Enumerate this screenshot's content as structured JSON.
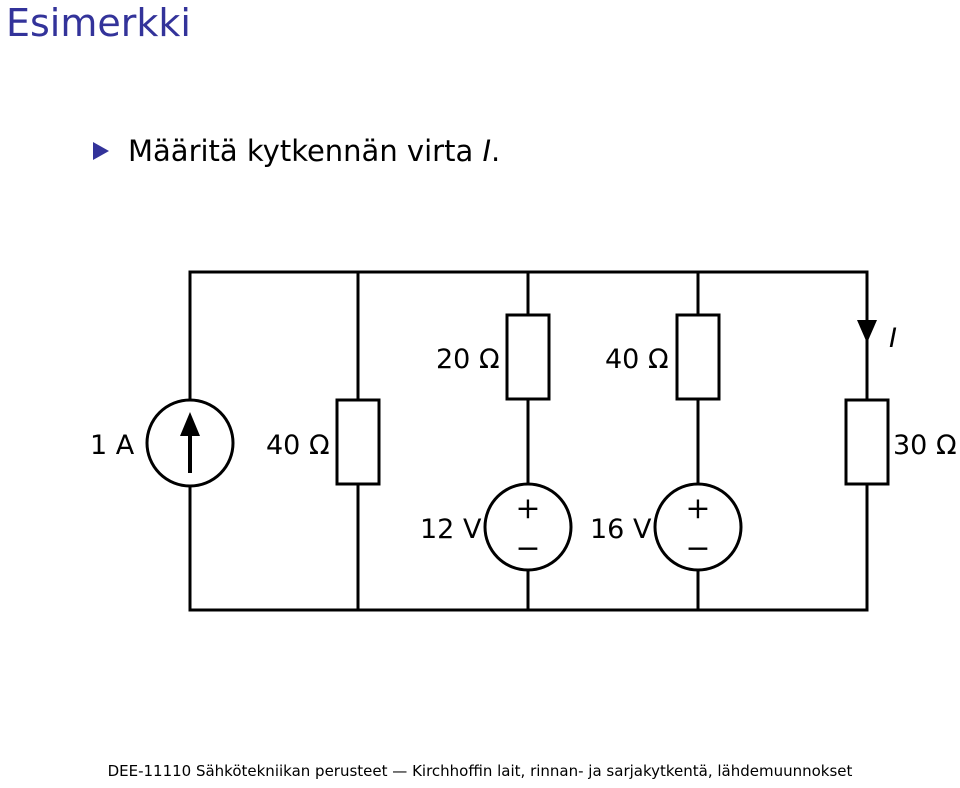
{
  "slide": {
    "title": "Esimerkki",
    "accent_color": "#33339a",
    "bullet_icon": "triangle-bullet-icon",
    "bullet_text": "Määritä kytkennän virta ",
    "bullet_variable": "I",
    "bullet_end": "."
  },
  "circuit": {
    "current_source": {
      "label": "1 A",
      "icon": "up-arrow-icon"
    },
    "resistor_1": {
      "label": "40 Ω"
    },
    "resistor_2": {
      "label": "20 Ω"
    },
    "resistor_3": {
      "label": "40 Ω"
    },
    "resistor_4": {
      "label": "30 Ω"
    },
    "voltage_source_1": {
      "label": "12 V",
      "plus": "+",
      "minus": "−"
    },
    "voltage_source_2": {
      "label": "16 V",
      "plus": "+",
      "minus": "−"
    },
    "current_arrow": {
      "label": "I",
      "icon": "down-arrow-icon"
    }
  },
  "footer": {
    "course": "DEE-11110 Sähkötekniikan perusteet",
    "separator": "—",
    "topic": "Kirchhoffin lait, rinnan- ja sarjakytkentä, lähdemuunnokset"
  }
}
